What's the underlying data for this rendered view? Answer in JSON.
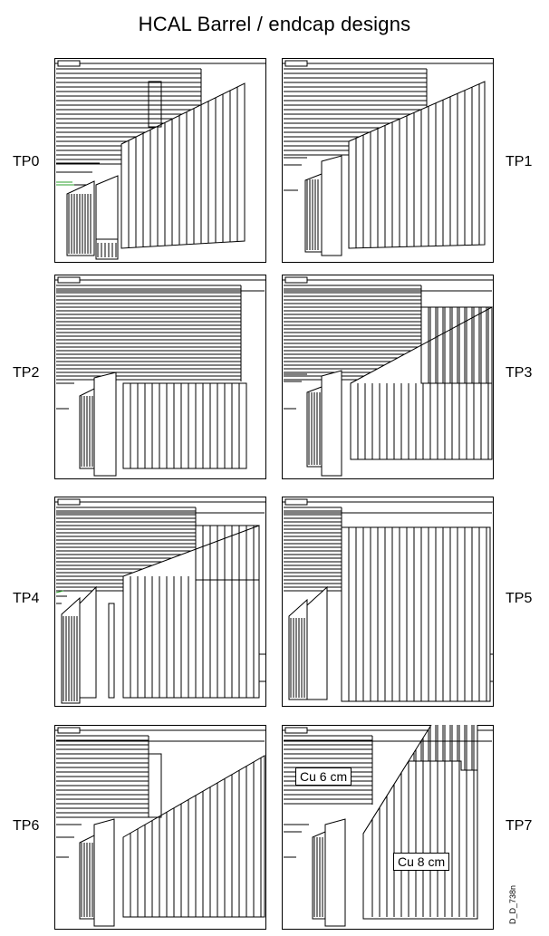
{
  "title": "HCAL Barrel / endcap designs",
  "panels": [
    {
      "label": "TP0"
    },
    {
      "label": "TP1"
    },
    {
      "label": "TP2"
    },
    {
      "label": "TP3"
    },
    {
      "label": "TP4"
    },
    {
      "label": "TP5"
    },
    {
      "label": "TP6"
    },
    {
      "label": "TP7"
    }
  ],
  "annotations": {
    "cu6": "Cu 6 cm",
    "cu8": "Cu 8 cm"
  },
  "doc_code": "D_D_738n",
  "colors": {
    "line": "#000000",
    "accent": "#2ca02c"
  }
}
